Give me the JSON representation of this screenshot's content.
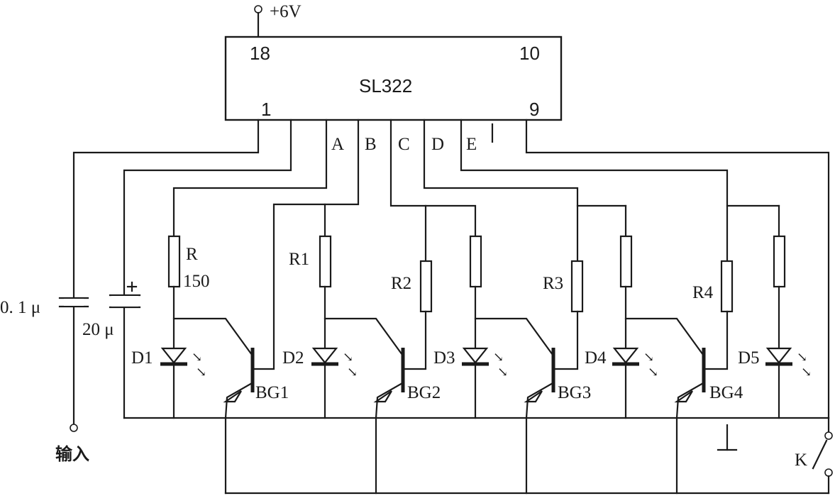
{
  "power": {
    "label": "+6V"
  },
  "chip": {
    "name": "SL322",
    "pins": {
      "top_left": "18",
      "top_right": "10",
      "bottom_left": "1",
      "bottom_right": "9"
    }
  },
  "outputs": [
    "A",
    "B",
    "C",
    "D",
    "E"
  ],
  "capacitors": {
    "c1": "0. 1 μ",
    "c2": "20 μ"
  },
  "resistors": {
    "r": "R",
    "r_value": "150",
    "r1": "R1",
    "r2": "R2",
    "r3": "R3",
    "r4": "R4"
  },
  "leds": [
    "D1",
    "D2",
    "D3",
    "D4",
    "D5"
  ],
  "transistors": [
    "BG1",
    "BG2",
    "BG3",
    "BG4"
  ],
  "input_label": "输入",
  "switch_label": "K"
}
